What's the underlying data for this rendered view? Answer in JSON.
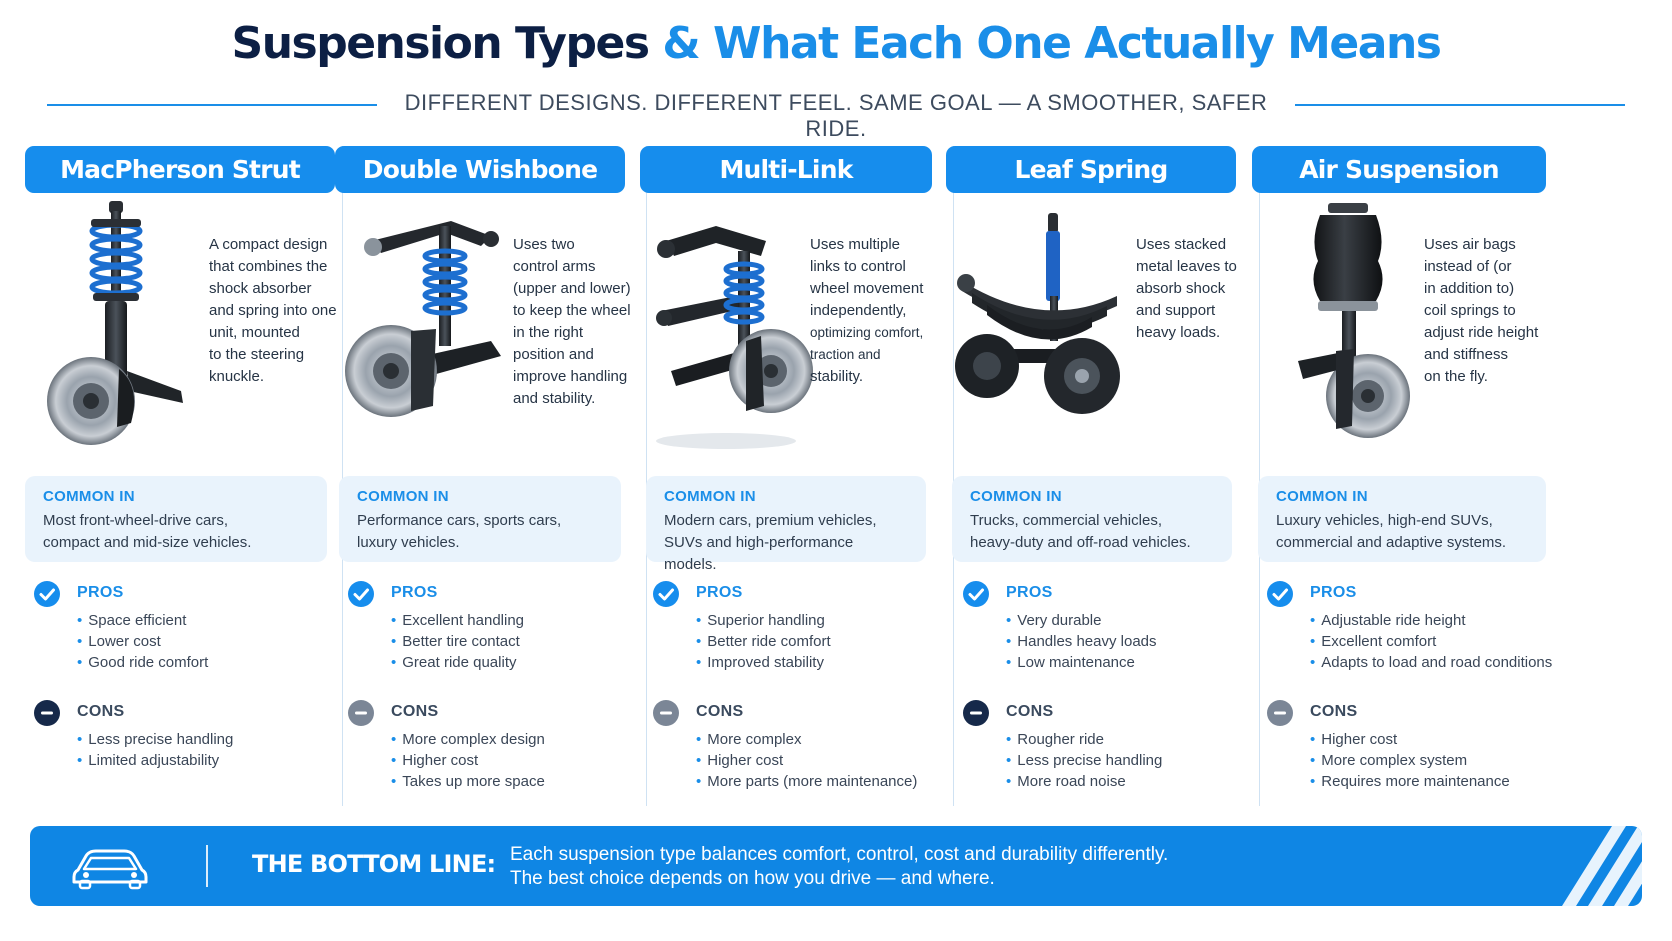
{
  "title": {
    "part1": "Suspension Types",
    "part2": "& What Each One Actually Means"
  },
  "subtitle": "DIFFERENT DESIGNS. DIFFERENT FEEL. SAME GOAL — A SMOOTHER, SAFER RIDE.",
  "labels": {
    "common_in": "COMMON IN",
    "pros": "PROS",
    "cons": "CONS"
  },
  "columns": [
    {
      "name": "MacPherson Strut",
      "icon": "strut-assembly-illustration",
      "description": [
        "A compact design",
        "that combines the",
        "shock absorber",
        "and spring into one",
        "unit, mounted",
        "to the steering",
        "knuckle."
      ],
      "common_in": [
        "Most front-wheel-drive cars,",
        "compact and mid-size vehicles."
      ],
      "pros": [
        "Space efficient",
        "Lower cost",
        "Good ride comfort"
      ],
      "cons": [
        "Less precise handling",
        "Limited adjustability"
      ]
    },
    {
      "name": "Double Wishbone",
      "icon": "double-wishbone-illustration",
      "description": [
        "Uses two",
        "control arms",
        "(upper and lower)",
        "to keep the wheel",
        "in the right",
        "position and",
        "improve handling",
        "and stability."
      ],
      "common_in": [
        "Performance cars, sports cars,",
        "luxury vehicles."
      ],
      "pros": [
        "Excellent handling",
        "Better tire contact",
        "Great ride quality"
      ],
      "cons": [
        "More complex design",
        "Higher cost",
        "Takes up more space"
      ]
    },
    {
      "name": "Multi-Link",
      "icon": "multi-link-illustration",
      "description": [
        "Uses multiple",
        "links to control",
        "wheel movement",
        "independently,",
        "optimizing comfort,",
        "traction and",
        "stability."
      ],
      "common_in": [
        "Modern cars, premium vehicles,",
        "SUVs and high-performance models."
      ],
      "pros": [
        "Superior handling",
        "Better ride comfort",
        "Improved stability"
      ],
      "cons": [
        "More complex",
        "Higher cost",
        "More parts (more maintenance)"
      ]
    },
    {
      "name": "Leaf Spring",
      "icon": "leaf-spring-illustration",
      "description": [
        "Uses stacked",
        "metal leaves to",
        "absorb shock",
        "and support",
        "heavy loads."
      ],
      "common_in": [
        "Trucks, commercial vehicles,",
        "heavy-duty and off-road vehicles."
      ],
      "pros": [
        "Very durable",
        "Handles heavy loads",
        "Low maintenance"
      ],
      "cons": [
        "Rougher ride",
        "Less precise handling",
        "More road noise"
      ]
    },
    {
      "name": "Air Suspension",
      "icon": "air-suspension-illustration",
      "description": [
        "Uses air bags",
        "instead of (or",
        "in addition to)",
        "coil springs to",
        "adjust ride height",
        "and stiffness",
        "on the fly."
      ],
      "common_in": [
        "Luxury vehicles, high-end SUVs,",
        "commercial and adaptive systems."
      ],
      "pros": [
        "Adjustable ride height",
        "Excellent comfort",
        "Adapts to load and road conditions"
      ],
      "cons": [
        "Higher cost",
        "More complex system",
        "Requires more maintenance"
      ]
    }
  ],
  "bottom": {
    "label": "THE BOTTOM LINE:",
    "line1": "Each suspension type balances comfort, control, cost and durability differently.",
    "line2": "The best choice depends on how you drive — and where.",
    "icon": "car-icon"
  },
  "colors": {
    "accent": "#168ded",
    "navy": "#0c1f44",
    "panel": "#e9f3fc"
  }
}
